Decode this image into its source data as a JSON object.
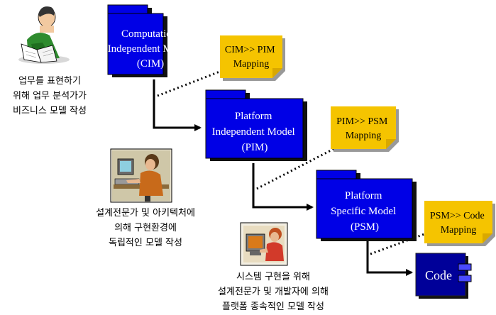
{
  "colors": {
    "package_fill": "#0000e6",
    "package_shadow": "#111111",
    "note_fill": "#f5c400",
    "note_fold": "#d9a800",
    "code_fill": "#000099",
    "arrow": "#000000"
  },
  "models": [
    {
      "lines": [
        "Computation",
        "Independent Model",
        "(CIM)"
      ]
    },
    {
      "lines": [
        "Platform",
        "Independent Model",
        "(PIM)"
      ]
    },
    {
      "lines": [
        "Platform",
        "Specific Model",
        "(PSM)"
      ]
    }
  ],
  "mappings": [
    {
      "lines": [
        "CIM>> PIM",
        "Mapping"
      ]
    },
    {
      "lines": [
        "PIM>> PSM",
        "Mapping"
      ]
    },
    {
      "lines": [
        "PSM>> Code",
        "Mapping"
      ]
    }
  ],
  "code_label": "Code",
  "descriptions": [
    {
      "lines": [
        "업무를 표현하기",
        "위해 업무 분석가가",
        "비즈니스 모델 작성"
      ]
    },
    {
      "lines": [
        "설계전문가 및 아키텍처에",
        "의해  구현환경에",
        "독립적인 모델 작성"
      ]
    },
    {
      "lines": [
        "시스템 구현을 위해",
        "설계전문가 및 개발자에 의해",
        "플랫폼 종속적인 모델 작성"
      ]
    }
  ],
  "icons": [
    "business-analyst-reading-icon",
    "architect-at-computer-icon",
    "developer-at-monitor-icon"
  ]
}
